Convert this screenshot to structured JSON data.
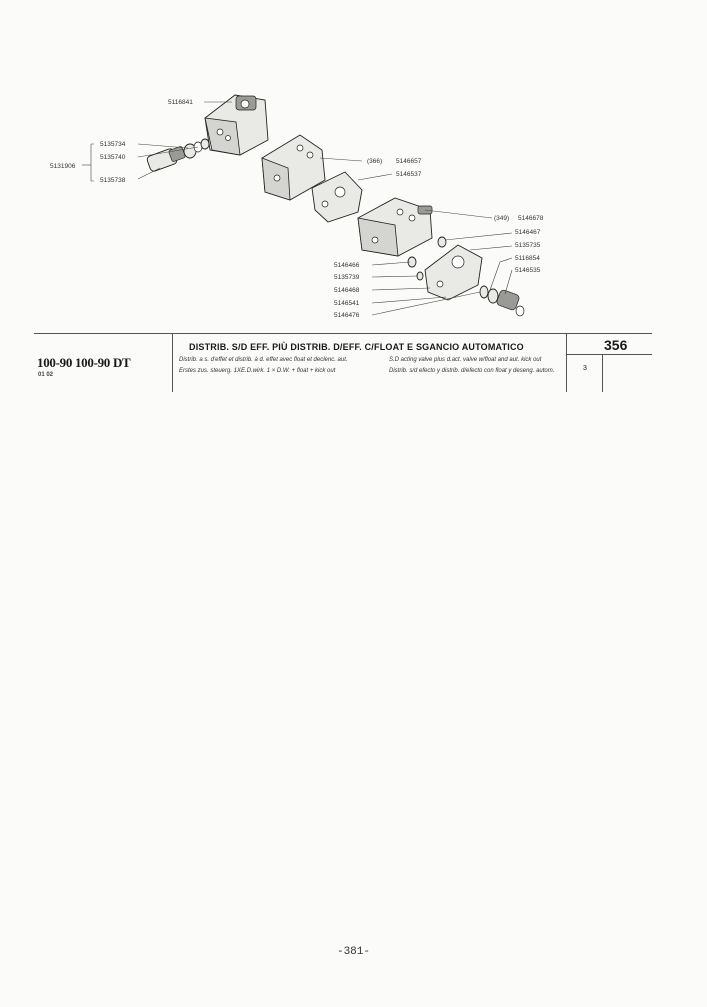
{
  "callouts": {
    "p5116841": "5116841",
    "p5135734": "5135734",
    "p5135740": "5135740",
    "p5131906": "5131906",
    "p5135738": "5135738",
    "ref366": "(366)",
    "p5146657": "5146657",
    "p5146537": "5146537",
    "ref349": "(349)",
    "p5146678": "5146678",
    "p5146467": "5146467",
    "p5135735": "5135735",
    "p5116854": "5116854",
    "p5146535": "5146535",
    "p5146466": "5146466",
    "p5135739": "5135739",
    "p5146468": "5146468",
    "p5146541": "5146541",
    "p5146476": "5146476"
  },
  "title_block": {
    "models": "100-90  100-90 DT",
    "code": "01  02",
    "title": "DISTRIB. S/D EFF. PIÙ DISTRIB. D/EFF. C/FLOAT E SGANCIO AUTOMATICO",
    "fr": "Distrib. a s. d'effet et distrib. à d. effet avec float et declenc. aut.",
    "de": "Erstes zus. steuerg. 1XE.D.wirk. 1 × D.W. + float + kick out",
    "en": "S.D acting valve plus d.act. valve w/float and aut. kick out",
    "es": "Distrib. s/d efecto y distrib. d/efecto con float y deseng. autom.",
    "plate_number": "356",
    "quantity": "3"
  },
  "page_number": "-381-"
}
